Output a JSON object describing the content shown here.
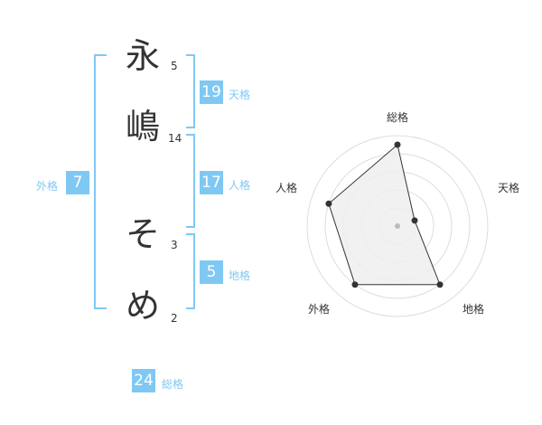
{
  "name_chars": [
    {
      "char": "永",
      "strokes": "5"
    },
    {
      "char": "嶋",
      "strokes": "14"
    },
    {
      "char": "そ",
      "strokes": "3"
    },
    {
      "char": "め",
      "strokes": "2"
    }
  ],
  "kakusu": {
    "tenkaku": {
      "value": "19",
      "label": "天格"
    },
    "jinkaku": {
      "value": "17",
      "label": "人格"
    },
    "chikaku": {
      "value": "5",
      "label": "地格"
    },
    "gaikaku": {
      "value": "7",
      "label": "外格"
    },
    "soukaku": {
      "value": "24",
      "label": "総格"
    }
  },
  "radar": {
    "labels": {
      "top": "総格",
      "right": "天格",
      "bottom_right": "地格",
      "bottom_left": "外格",
      "left": "人格"
    },
    "levels": 5,
    "values": {
      "soukaku": 0.9,
      "tenkaku": 0.2,
      "chikaku": 0.8,
      "gaikaku": 0.8,
      "jinkaku": 0.8
    },
    "colors": {
      "grid": "#dddddd",
      "fill": "#eeeeee",
      "line": "#333333",
      "point": "#333333",
      "center": "#bbbbbb"
    }
  },
  "colors": {
    "accent": "#7fc8f4"
  }
}
